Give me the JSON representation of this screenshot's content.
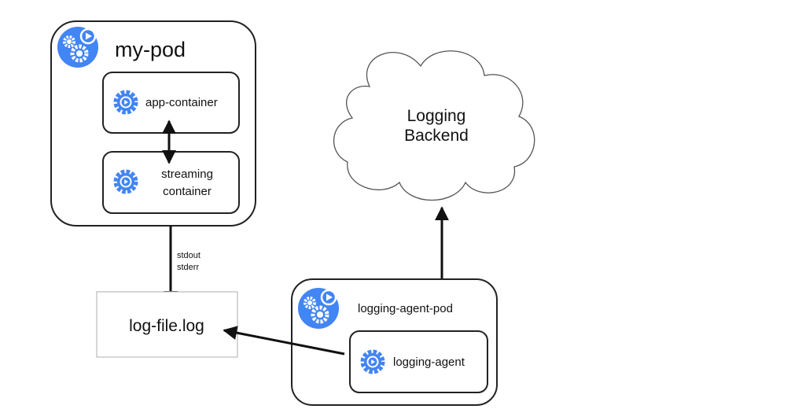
{
  "pods": {
    "my_pod": {
      "title": "my-pod"
    },
    "logging_agent_pod": {
      "title": "logging-agent-pod"
    }
  },
  "containers": {
    "app": {
      "label": "app-container"
    },
    "streaming": {
      "line1": "streaming",
      "line2": "container"
    },
    "agent": {
      "label": "logging-agent"
    }
  },
  "log_file": {
    "label": "log-file.log"
  },
  "backend": {
    "line1": "Logging",
    "line2": "Backend"
  },
  "streams": {
    "line1": "stdout",
    "line2": "stderr"
  },
  "colors": {
    "icon_blue": "#4285F4",
    "border": "#222222",
    "log_border": "#bbbbbb"
  },
  "icons": {
    "pod": "gears-play-icon",
    "container": "gear-play-icon"
  }
}
